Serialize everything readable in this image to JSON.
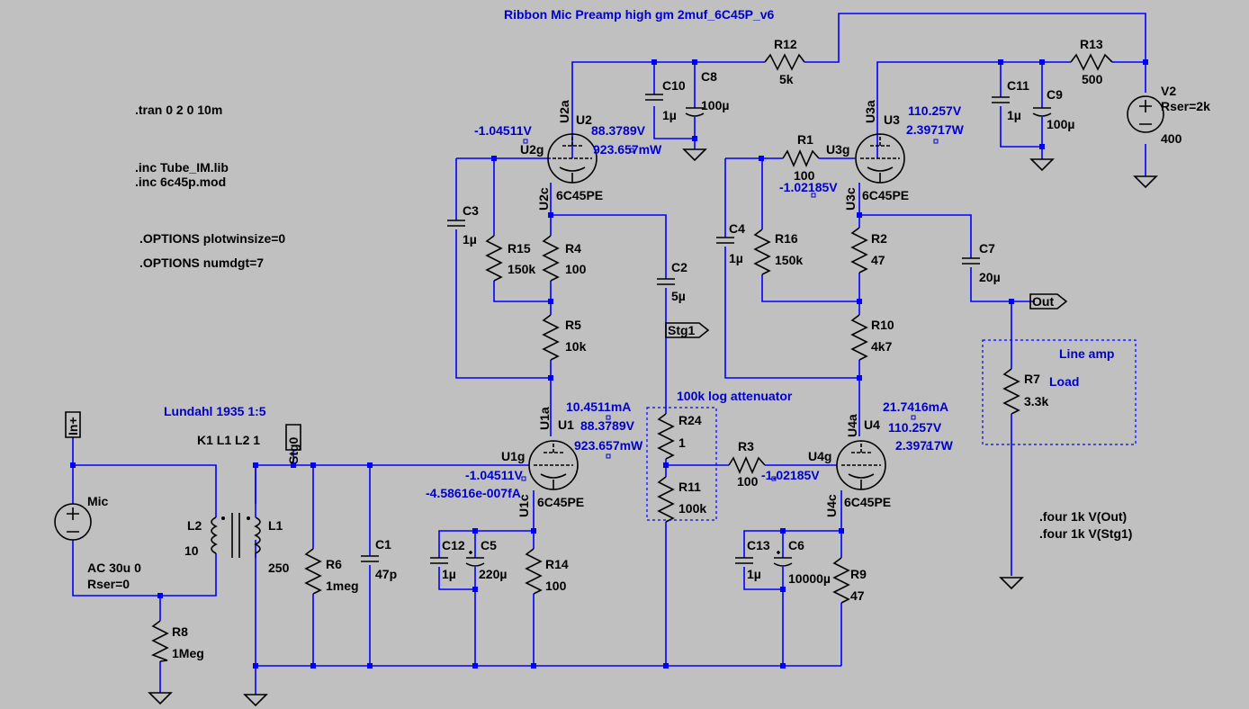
{
  "title": "Ribbon Mic Preamp high gm 2muf_6C45P_v6",
  "directives": [
    ".tran 0 2 0 10m",
    ".inc Tube_IM.lib",
    ".inc 6c45p.mod",
    ".OPTIONS plotwinsize=0",
    ".OPTIONS numdgt=7",
    ".four 1k V(Out)",
    ".four 1k V(Stg1)"
  ],
  "transformer": {
    "title": "Lundahl 1935 1:5",
    "coupling": "K1 L1 L2 1",
    "L2_name": "L2",
    "L2_value": "10",
    "L1_name": "L1",
    "L1_value": "250"
  },
  "mic": {
    "name": "Mic",
    "value": "AC 30u 0",
    "rser": "Rser=0"
  },
  "v2": {
    "name": "V2",
    "rser": "Rser=2k",
    "value": "400"
  },
  "nets": {
    "in": "In+",
    "stg0": "Stg0",
    "stg1": "Stg1",
    "out": "Out"
  },
  "components": [
    {
      "name": "R12",
      "value": "5k"
    },
    {
      "name": "R13",
      "value": "500"
    },
    {
      "name": "C10",
      "value": "1µ"
    },
    {
      "name": "C8",
      "value": "100µ"
    },
    {
      "name": "C11",
      "value": "1µ"
    },
    {
      "name": "C9",
      "value": "100µ"
    },
    {
      "name": "C3",
      "value": "1µ"
    },
    {
      "name": "R15",
      "value": "150k"
    },
    {
      "name": "R4",
      "value": "100"
    },
    {
      "name": "R5",
      "value": "10k"
    },
    {
      "name": "C2",
      "value": "5µ"
    },
    {
      "name": "R1",
      "value": "100"
    },
    {
      "name": "C4",
      "value": "1µ"
    },
    {
      "name": "R16",
      "value": "150k"
    },
    {
      "name": "R2",
      "value": "47"
    },
    {
      "name": "R10",
      "value": "4k7"
    },
    {
      "name": "C7",
      "value": "20µ"
    },
    {
      "name": "R7",
      "value": "3.3k"
    },
    {
      "name": "R24",
      "value": "1"
    },
    {
      "name": "R11",
      "value": "100k"
    },
    {
      "name": "R3",
      "value": "100"
    },
    {
      "name": "R6",
      "value": "1meg"
    },
    {
      "name": "C1",
      "value": "47p"
    },
    {
      "name": "C12",
      "value": "1µ"
    },
    {
      "name": "C5",
      "value": "220µ"
    },
    {
      "name": "R14",
      "value": "100"
    },
    {
      "name": "C13",
      "value": "1µ"
    },
    {
      "name": "C6",
      "value": "10000µ"
    },
    {
      "name": "R9",
      "value": "47"
    },
    {
      "name": "R8",
      "value": "1Meg"
    }
  ],
  "tubes": {
    "U2": {
      "name": "U2",
      "model": "6C45PE",
      "pin_a": "U2a",
      "pin_g": "U2g",
      "pin_c": "U2c",
      "vg": "-1.04511V",
      "va": "88.3789V",
      "p": "923.657mW"
    },
    "U3": {
      "name": "U3",
      "model": "6C45PE",
      "pin_a": "U3a",
      "pin_g": "U3g",
      "pin_c": "U3c",
      "va": "110.257V",
      "p": "2.39717W",
      "vg": "-1.02185V"
    },
    "U1": {
      "name": "U1",
      "model": "6C45PE",
      "pin_a": "U1a",
      "pin_g": "U1g",
      "pin_c": "U1c",
      "i": "10.4511mA",
      "va": "88.3789V",
      "p": "923.657mW",
      "vg": "-1.04511V",
      "ig": "-4.58616e-007fA"
    },
    "U4": {
      "name": "U4",
      "model": "6C45PE",
      "pin_a": "U4a",
      "pin_g": "U4g",
      "pin_c": "U4c",
      "i": "21.7416mA",
      "va": "110.257V",
      "p": "2.39717W",
      "vg": "-1.02185V"
    }
  },
  "boxes": {
    "attenuator": "100k log attenuator",
    "lineamp": "Line amp",
    "load": "Load"
  }
}
